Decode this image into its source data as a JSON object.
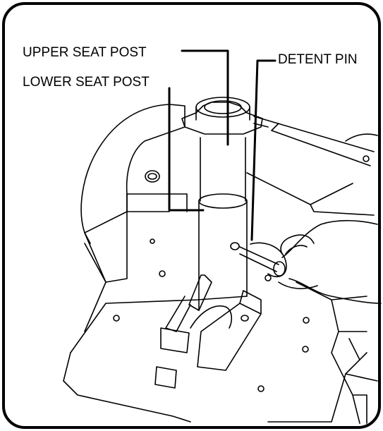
{
  "callouts": {
    "upper_seat_post": "UPPER SEAT POST",
    "lower_seat_post": "LOWER SEAT POST",
    "detent_pin": "DETENT PIN"
  },
  "colors": {
    "line": "#000000",
    "background": "#ffffff"
  }
}
